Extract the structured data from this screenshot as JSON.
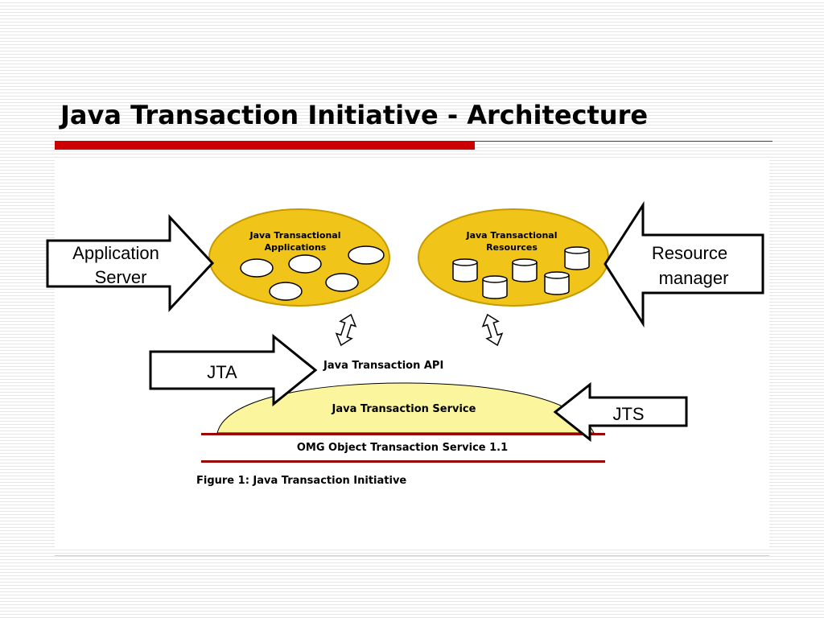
{
  "slide": {
    "title": "Java Transaction Initiative - Architecture"
  },
  "figure": {
    "apps_title_line1": "Java Transactional",
    "apps_title_line2": "Applications",
    "resources_title_line1": "Java Transactional",
    "resources_title_line2": "Resources",
    "jta_api": "Java Transaction API",
    "jts_service": "Java Transaction Service",
    "omg_service": "OMG Object Transaction Service 1.1",
    "caption": "Figure 1: Java Transaction Initiative"
  },
  "callouts": {
    "app_server_line1": "Application",
    "app_server_line2": "Server",
    "resource_manager_line1": "Resource",
    "resource_manager_line2": "manager",
    "jta": "JTA",
    "jts": "JTS"
  },
  "colors": {
    "accent_red": "#cc0000",
    "ellipse_fill": "#f0c419",
    "dome_fill": "#fbf59e",
    "omg_rule": "#990000"
  }
}
